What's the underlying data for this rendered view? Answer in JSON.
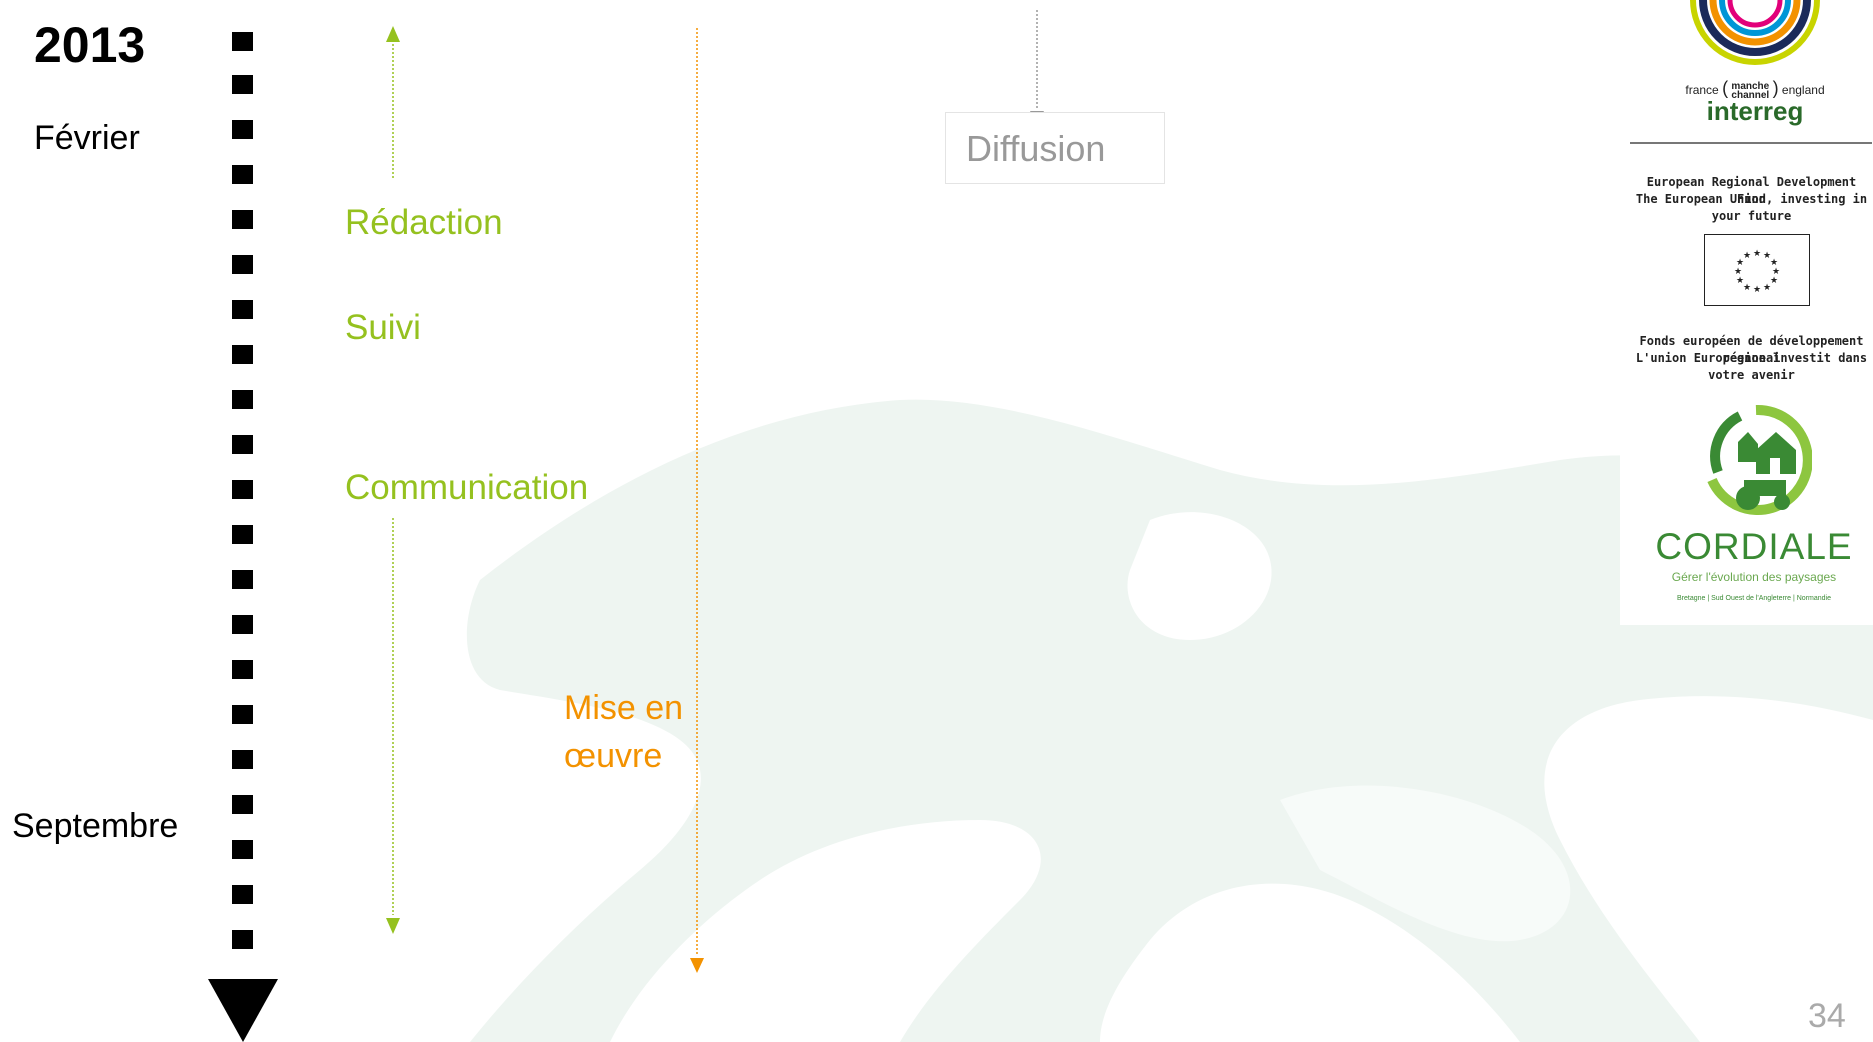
{
  "timeline": {
    "year": "2013",
    "start_month": "Février",
    "end_month": "Septembre"
  },
  "phases": {
    "redaction": "Rédaction",
    "suivi": "Suivi",
    "communication": "Communication",
    "mise_en_oeuvre_line1": "Mise en",
    "mise_en_oeuvre_line2": "œuvre",
    "diffusion": "Diffusion"
  },
  "logos": {
    "interreg_sub_left": "france",
    "interreg_sub_mid_top": "manche",
    "interreg_sub_mid_bottom": "channel",
    "interreg_sub_right": "england",
    "interreg_name": "interreg",
    "erdf_en_line1": "European Regional Development Fund",
    "erdf_en_line2": "The European Union, investing in your future",
    "erdf_fr_line1": "Fonds européen de développement régional",
    "erdf_fr_line2": "L'union Européenne investit dans votre avenir",
    "cordiale_name": "CORDIALE",
    "cordiale_tagline": "Gérer l'évolution des paysages",
    "cordiale_regions": "Bretagne | Sud Ouest de l'Angleterre | Normandie"
  },
  "page_number": "34",
  "colors": {
    "green": "#95c11f",
    "orange": "#f39200",
    "grey_text": "#999999",
    "watermark": "#eef5f1"
  }
}
